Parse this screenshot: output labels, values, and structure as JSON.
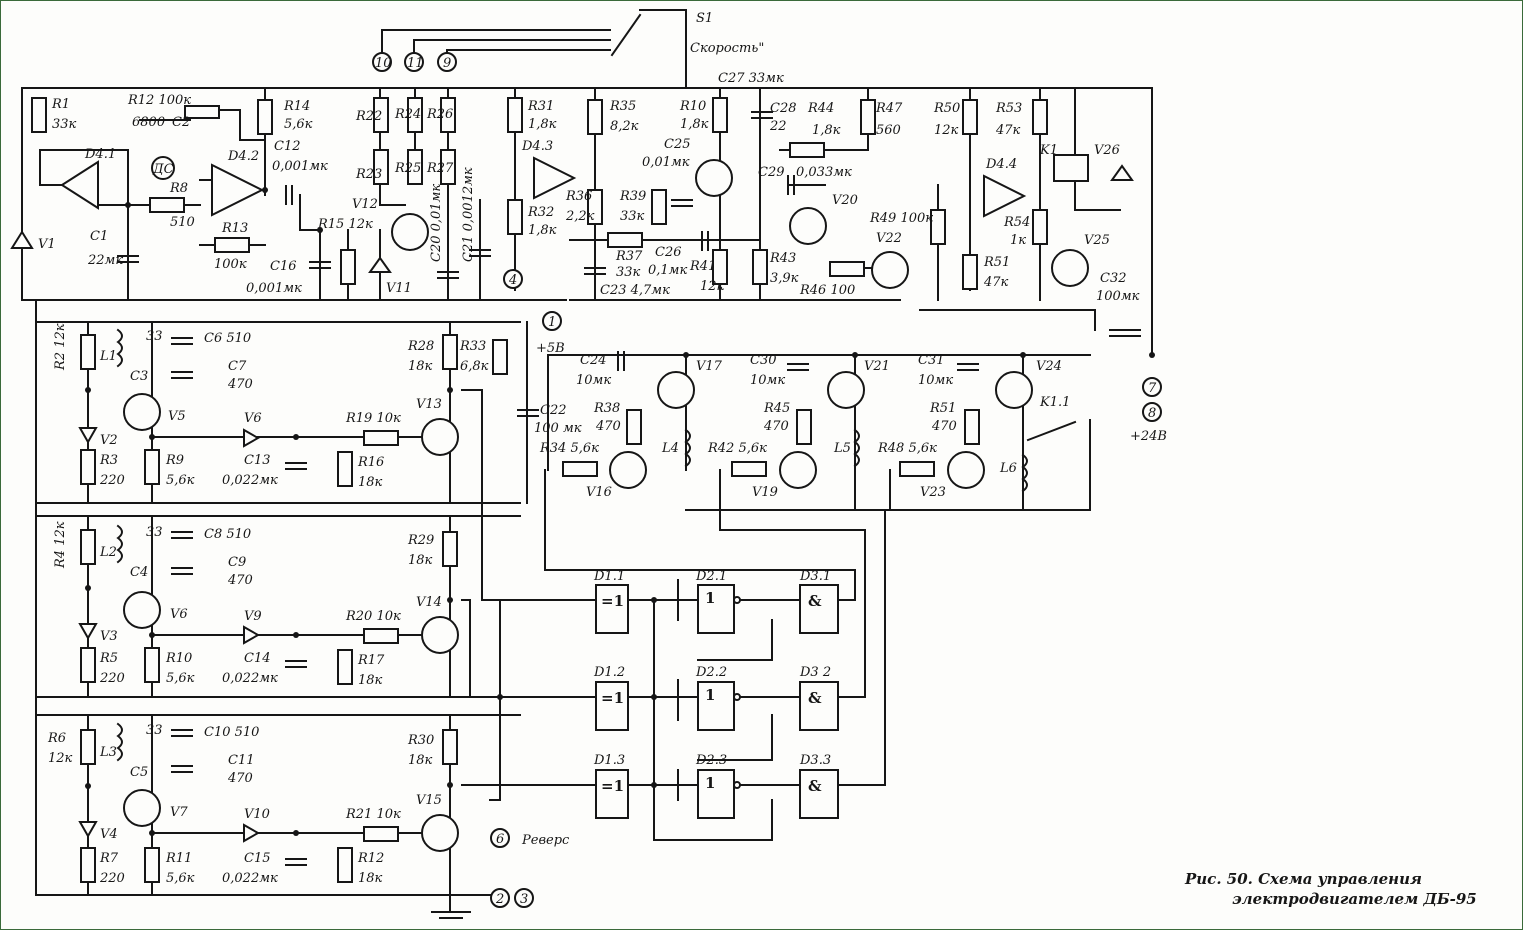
{
  "caption": {
    "line1": "Рис.  50.  Схема  управления",
    "line2": "электродвигателем  ДБ-95"
  },
  "components": {
    "S1": "S1",
    "speed": "Скорость\"",
    "R1": "R1",
    "R1v": "33к",
    "D41": "D4.1",
    "V1": "V1",
    "C1": "C1",
    "C1v": "22мк",
    "R12a": "R12 100к",
    "c6800": "6800",
    "C2": "C2",
    "DS": "ДС",
    "R8": "R8",
    "R8v": "510",
    "D42": "D4.2",
    "R13": "R13",
    "R13v": "100к",
    "R14": "R14",
    "R14v": "5,6к",
    "C12": "C12",
    "C12v": "0,001мк",
    "R15": "R15 12к",
    "V12": "V12",
    "C16": "C16",
    "C16v": "0,001мк",
    "V11": "V11",
    "R22": "R22",
    "R23": "R23",
    "R24": "R24",
    "R25": "R25",
    "R26": "R26",
    "R27": "R27",
    "C20": "C20 0,01мк",
    "C21": "C21 0,0012мк",
    "R31": "R31",
    "R31v": "1,8к",
    "D43": "D4.3",
    "R32": "R32",
    "R32v": "1,8к",
    "R35": "R35",
    "R35v": "8,2к",
    "R36": "R36",
    "R36v": "2,2к",
    "R10a": "R10",
    "R10av": "1,8к",
    "C25": "C25",
    "C25v": "0,01мк",
    "R39": "R39",
    "R39v": "33к",
    "R37": "R37",
    "R37v": "33к",
    "C26": "C26",
    "C26v": "0,1мк",
    "C23": "C23 4,7мк",
    "R41": "R41",
    "R41v": "12к",
    "C27": "C27 33мк",
    "C28": "C28",
    "C28v": "22",
    "R44": "R44",
    "R44v": "1,8к",
    "C29": "C29",
    "C29v": "0,033мк",
    "V20": "V20",
    "R43": "R43",
    "R43v": "3,9к",
    "R46": "R46 100",
    "R47": "R47",
    "R47v": "560",
    "R49": "R49 100к",
    "V22": "V22",
    "R50": "R50",
    "R50v": "12к",
    "R53": "R53",
    "R53v": "47к",
    "D44": "D4.4",
    "R54": "R54",
    "R54v": "1к",
    "R51a": "R51",
    "R51av": "47к",
    "K1": "K1",
    "V26": "V26",
    "V25": "V25",
    "C32": "C32",
    "C32v": "100мк",
    "n10": "10",
    "n11": "11",
    "n9": "9",
    "n4": "4",
    "n1": "1",
    "p5v": "+5В",
    "n7": "7",
    "n8": "8",
    "p24v": "+24В",
    "n6": "6",
    "rev": "Реверс",
    "n2": "2",
    "n3": "3",
    "R2": "R2 12к",
    "L1": "L1",
    "C3": "C3",
    "c33a": "33",
    "C6": "C6 510",
    "C7": "C7",
    "C7v": "470",
    "V5": "V5",
    "V2": "V2",
    "V6": "V6",
    "R3": "R3",
    "R3v": "220",
    "R9": "R9",
    "R9v": "5,6к",
    "C13": "C13",
    "C13v": "0,022мк",
    "R19": "R19 10к",
    "R16": "R16",
    "R16v": "18к",
    "R28": "R28",
    "R28v": "18к",
    "R33": "R33",
    "R33v": "6,8к",
    "V13": "V13",
    "C22": "C22",
    "C22v": "100 мк",
    "R4": "R4 12к",
    "L2": "L2",
    "C4": "C4",
    "c33b": "33",
    "C8": "C8 510",
    "C9": "C9",
    "C9v": "470",
    "V6t": "V6",
    "V3": "V3",
    "V9": "V9",
    "R5": "R5",
    "R5v": "220",
    "R10b": "R10",
    "R10bv": "5,6к",
    "C14": "C14",
    "C14v": "0,022мк",
    "R20": "R20 10к",
    "R17": "R17",
    "R17v": "18к",
    "R29": "R29",
    "R29v": "18к",
    "V14": "V14",
    "R6": "R6",
    "R6v": "12к",
    "L3": "L3",
    "C5": "C5",
    "c33c": "33",
    "C10": "C10 510",
    "C11": "C11",
    "C11v": "470",
    "V7": "V7",
    "V4": "V4",
    "V10": "V10",
    "R7": "R7",
    "R7v": "220",
    "R11": "R11",
    "R11v": "5,6к",
    "C15": "C15",
    "C15v": "0,022мк",
    "R21": "R21 10к",
    "R12b": "R12",
    "R12bv": "18к",
    "R30": "R30",
    "R30v": "18к",
    "V15": "V15",
    "C24": "C24",
    "C24v": "10мк",
    "V17": "V17",
    "R38": "R38",
    "R38v": "470",
    "R34": "R34 5,6к",
    "V16": "V16",
    "L4": "L4",
    "C30": "C30",
    "C30v": "10мк",
    "V21": "V21",
    "R45": "R45",
    "R45v": "470",
    "R42": "R42 5,6к",
    "V19": "V19",
    "L5": "L5",
    "C31": "C31",
    "C31v": "10мк",
    "V24": "V24",
    "R51b": "R51",
    "R51bv": "470",
    "R48": "R48 5,6к",
    "V23": "V23",
    "L6": "L6",
    "K11": "K1.1",
    "D11": "D1.1",
    "D21": "D2.1",
    "D31": "D3.1",
    "D12": "D1.2",
    "D22": "D2.2",
    "D32": "D3 2",
    "D13": "D1.3",
    "D23": "D2.3",
    "D33": "D3.3",
    "xor": "=1",
    "or": "1",
    "and": "&"
  },
  "colors": {
    "ink": "#161616",
    "paper": "#fdfdfb",
    "frame": "#3a6a3a"
  }
}
